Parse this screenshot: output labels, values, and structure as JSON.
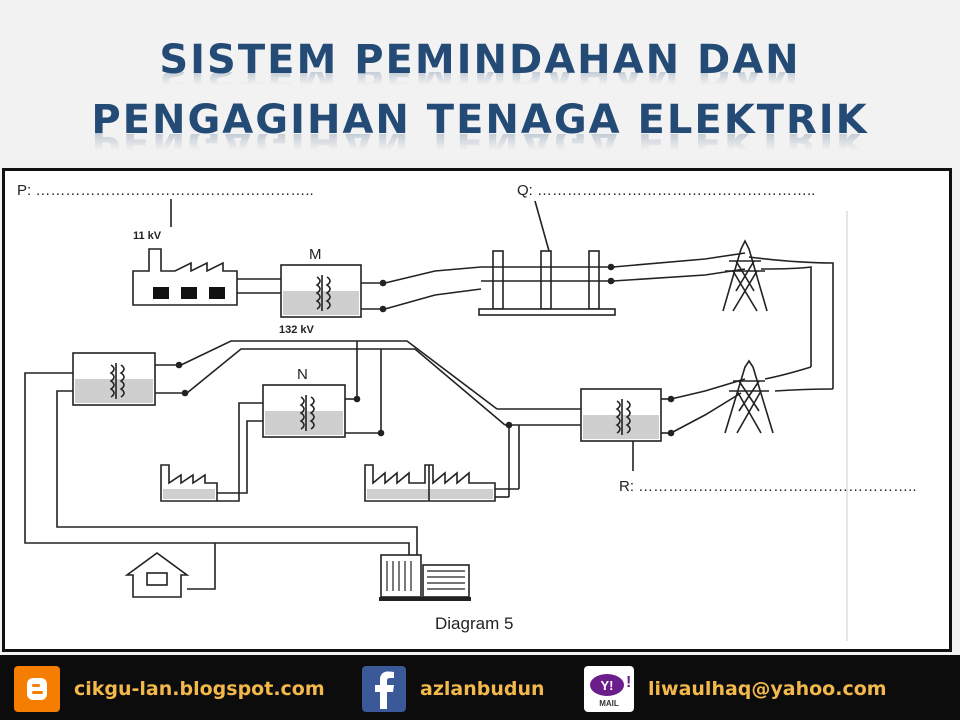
{
  "title": {
    "line1": "SISTEM PEMINDAHAN DAN",
    "line2": "PENGAGIHAN TENAGA ELEKTRIK"
  },
  "diagram": {
    "label_p": "P: ………………………………………………..",
    "label_q": "Q: ………………………………………………..",
    "label_r": "R: ………………………………………………..",
    "voltage_in": "11 kV",
    "voltage_out": "132 kV",
    "label_m": "M",
    "label_n": "N",
    "caption": "Diagram 5"
  },
  "footer": {
    "blog": "cikgu-lan.blogspot.com",
    "facebook": "azlanbudun",
    "email": "liwaulhaq@yahoo.com",
    "mail_icon_text": "MAIL",
    "colors": {
      "text": "#f2b84b",
      "blogger": "#f57d00",
      "facebook": "#3b5998",
      "yahoo": "#6b1d8c"
    }
  }
}
